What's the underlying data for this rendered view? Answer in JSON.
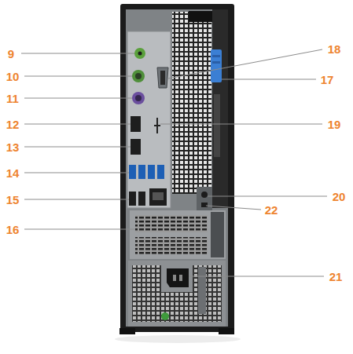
{
  "diagram": {
    "labels": [
      "18",
      "9",
      "10",
      "17",
      "11",
      "12",
      "19",
      "13",
      "14",
      "20",
      "15",
      "22",
      "16",
      "21"
    ]
  }
}
